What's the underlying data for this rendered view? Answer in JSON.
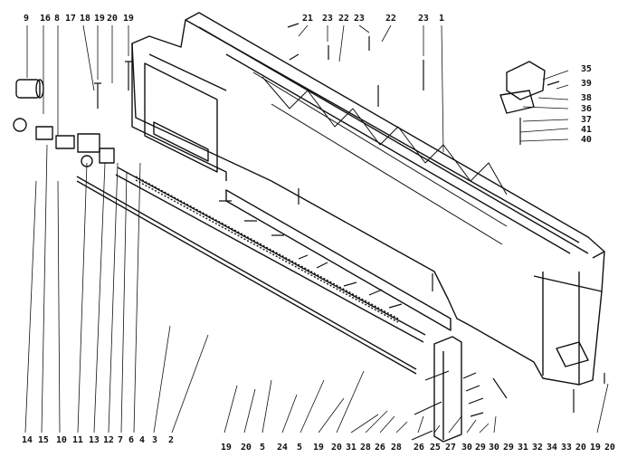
{
  "callouts": {
    "top_left": [
      "9",
      "16",
      "8",
      "17",
      "18",
      "19",
      "20",
      "19"
    ],
    "top_mid": [
      "21",
      "23",
      "22",
      "23",
      "22",
      "23",
      "1"
    ],
    "right": [
      "35",
      "39",
      "38",
      "36",
      "37",
      "41",
      "40"
    ],
    "bottom_left": [
      "14",
      "15",
      "10",
      "11",
      "13",
      "12",
      "7",
      "6",
      "4",
      "3",
      "2"
    ],
    "bottom_mid": [
      "19",
      "20",
      "5",
      "24",
      "5",
      "19",
      "20",
      "31",
      "28",
      "26",
      "28"
    ],
    "bottom_right": [
      "26",
      "25",
      "27",
      "30",
      "29",
      "30",
      "29",
      "31",
      "32",
      "34",
      "33",
      "20",
      "19",
      "20"
    ]
  }
}
